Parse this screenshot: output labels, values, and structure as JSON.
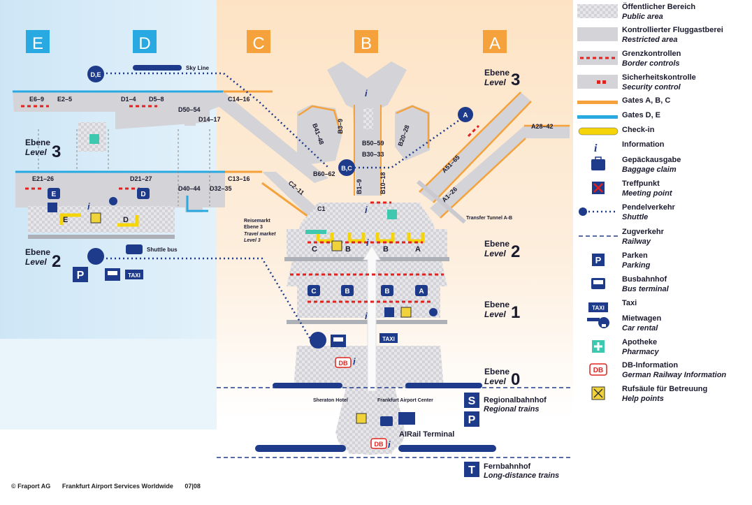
{
  "terminals": [
    {
      "letter": "E",
      "color": "#29a9e1"
    },
    {
      "letter": "D",
      "color": "#29a9e1"
    },
    {
      "letter": "C",
      "color": "#f5a23c"
    },
    {
      "letter": "B",
      "color": "#f5a23c"
    },
    {
      "letter": "A",
      "color": "#f5a23c"
    }
  ],
  "levels": {
    "ebene": "Ebene",
    "level": "Level",
    "n3": "3",
    "n2": "2",
    "n1": "1",
    "n0": "0"
  },
  "map_labels": {
    "skyline": "Sky Line",
    "shuttle_bus": "Shuttle bus",
    "taxi": "TAXI",
    "reisemarkt_1": "Reisemarkt",
    "reisemarkt_2": "Ebene 3",
    "travel_market_1": "Travel market",
    "travel_market_2": "Level 3",
    "transfer_tunnel": "Transfer Tunnel A-B",
    "sheraton": "Sheraton Hotel",
    "fac": "Frankfurt Airport Center",
    "airail": "AIRail Terminal",
    "regional_de": "Regionalbahnhof",
    "regional_en": "Regional trains",
    "fern_de": "Fernbahnhof",
    "fern_en": "Long-distance trains",
    "s_symbol": "S",
    "t_symbol": "T",
    "p_symbol": "P",
    "db": "DB",
    "i": "i",
    "checkin_e": "E",
    "checkin_d": "D",
    "checkin_c": "C",
    "checkin_b": "B",
    "checkin_a": "A",
    "bus_de_1": "D,E",
    "bus_bc": "B,C",
    "bus_a": "A"
  },
  "gates": {
    "e69": "E6–9",
    "e25": "E2–5",
    "d14": "D1–4",
    "d58": "D5–8",
    "d5054": "D50–54",
    "d1417": "D14–17",
    "c1416": "C14–16",
    "e2126": "E21–26",
    "d2127": "D21–27",
    "d4044": "D40–44",
    "d3235": "D32–35",
    "c1316": "C13–16",
    "c211": "C2–11",
    "c1": "C1",
    "b4148": "B41–48",
    "b39": "B3–9",
    "b5059": "B50–59",
    "b3033": "B30–33",
    "b2028": "B20–28",
    "b6062": "B60–62",
    "b19": "B1–9",
    "b1018": "B10–18",
    "a2842": "A28–42",
    "a5165": "A51–65",
    "a126": "A1–26"
  },
  "legend": [
    {
      "sym": "public",
      "de": "Öffentlicher Bereich",
      "en": "Public area"
    },
    {
      "sym": "restricted",
      "de": "Kontrollierter Fluggastberei",
      "en": "Restricted area"
    },
    {
      "sym": "border",
      "de": "Grenzkontrollen",
      "en": "Border controls"
    },
    {
      "sym": "security",
      "de": "Sicherheitskontrolle",
      "en": "Security control"
    },
    {
      "sym": "gates_abc",
      "de": "Gates A, B, C",
      "en": ""
    },
    {
      "sym": "gates_de",
      "de": "Gates D, E",
      "en": ""
    },
    {
      "sym": "checkin",
      "de": "Check-in",
      "en": ""
    },
    {
      "sym": "info",
      "de": "Information",
      "en": ""
    },
    {
      "sym": "baggage",
      "de": "Gepäckausgabe",
      "en": "Baggage claim"
    },
    {
      "sym": "meeting",
      "de": "Treffpunkt",
      "en": "Meeting point"
    },
    {
      "sym": "shuttle",
      "de": "Pendelverkehr",
      "en": "Shuttle"
    },
    {
      "sym": "railway",
      "de": "Zugverkehr",
      "en": "Railway"
    },
    {
      "sym": "parking",
      "de": "Parken",
      "en": "Parking"
    },
    {
      "sym": "bus",
      "de": "Busbahnhof",
      "en": "Bus terminal"
    },
    {
      "sym": "taxi",
      "de": "Taxi",
      "en": ""
    },
    {
      "sym": "car",
      "de": "Mietwagen",
      "en": "Car rental"
    },
    {
      "sym": "pharmacy",
      "de": "Apotheke",
      "en": "Pharmacy"
    },
    {
      "sym": "db",
      "de": "DB-Information",
      "en": "German Railway Information"
    },
    {
      "sym": "help",
      "de": "Rufsäule für Betreuung",
      "en": "Help points"
    }
  ],
  "legend_symbols": {
    "p": "P",
    "taxi": "TAXI",
    "db": "DB",
    "i": "i"
  },
  "footer": {
    "copyright": "© Fraport AG",
    "company": "Frankfurt Airport Services Worldwide",
    "date": "07|08"
  }
}
